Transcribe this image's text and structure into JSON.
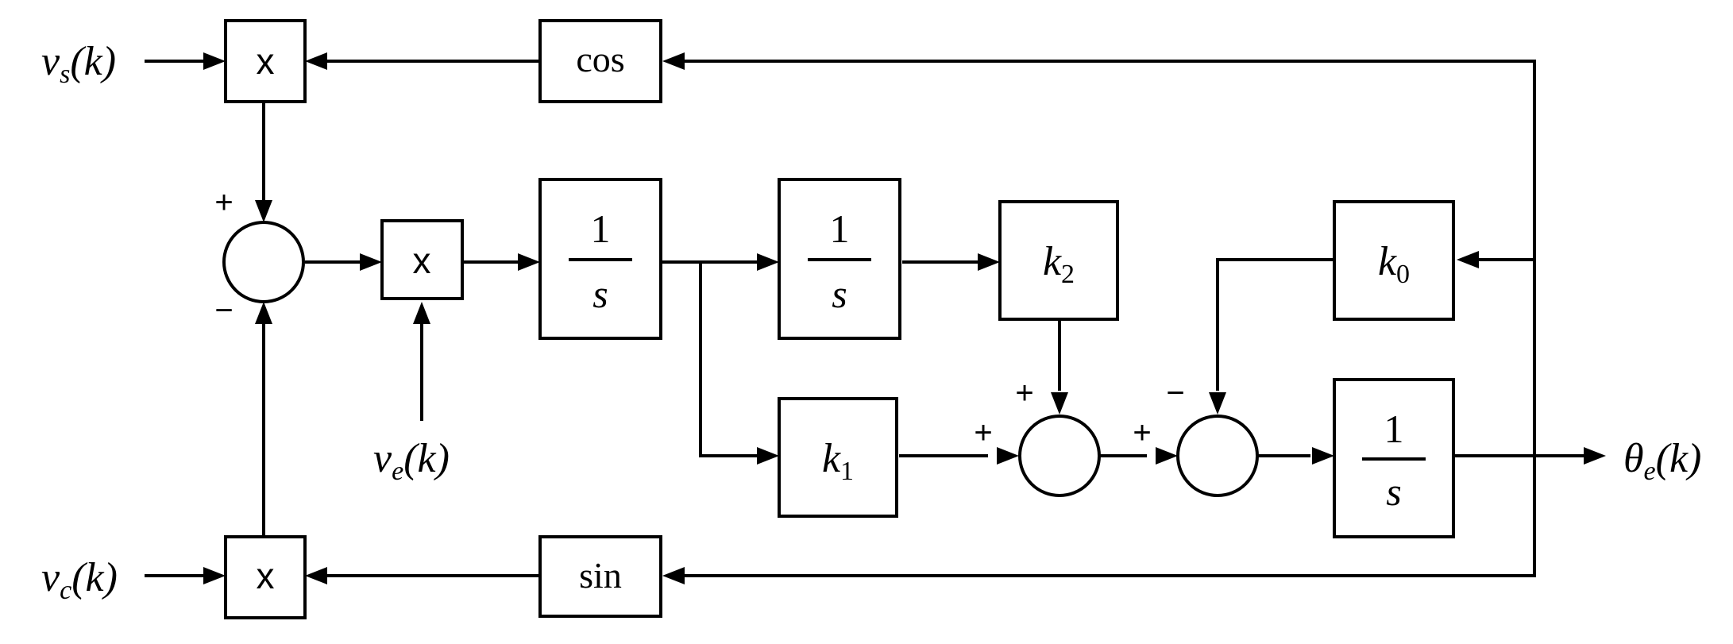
{
  "signals": {
    "vs": {
      "base": "v",
      "sub": "s",
      "arg": "(k)"
    },
    "vc": {
      "base": "v",
      "sub": "c",
      "arg": "(k)"
    },
    "ve": {
      "base": "v",
      "sub": "e",
      "arg": "(k)"
    },
    "theta": {
      "base": "θ",
      "sub": "e",
      "arg": "(k)"
    }
  },
  "blocks": {
    "mult_label": "x",
    "cos": "cos",
    "sin": "sin",
    "integrator_num": "1",
    "integrator_den": "s",
    "k0": {
      "base": "k",
      "sub": "0"
    },
    "k1": {
      "base": "k",
      "sub": "1"
    },
    "k2": {
      "base": "k",
      "sub": "2"
    }
  },
  "signs": {
    "plus": "+",
    "minus": "−"
  }
}
